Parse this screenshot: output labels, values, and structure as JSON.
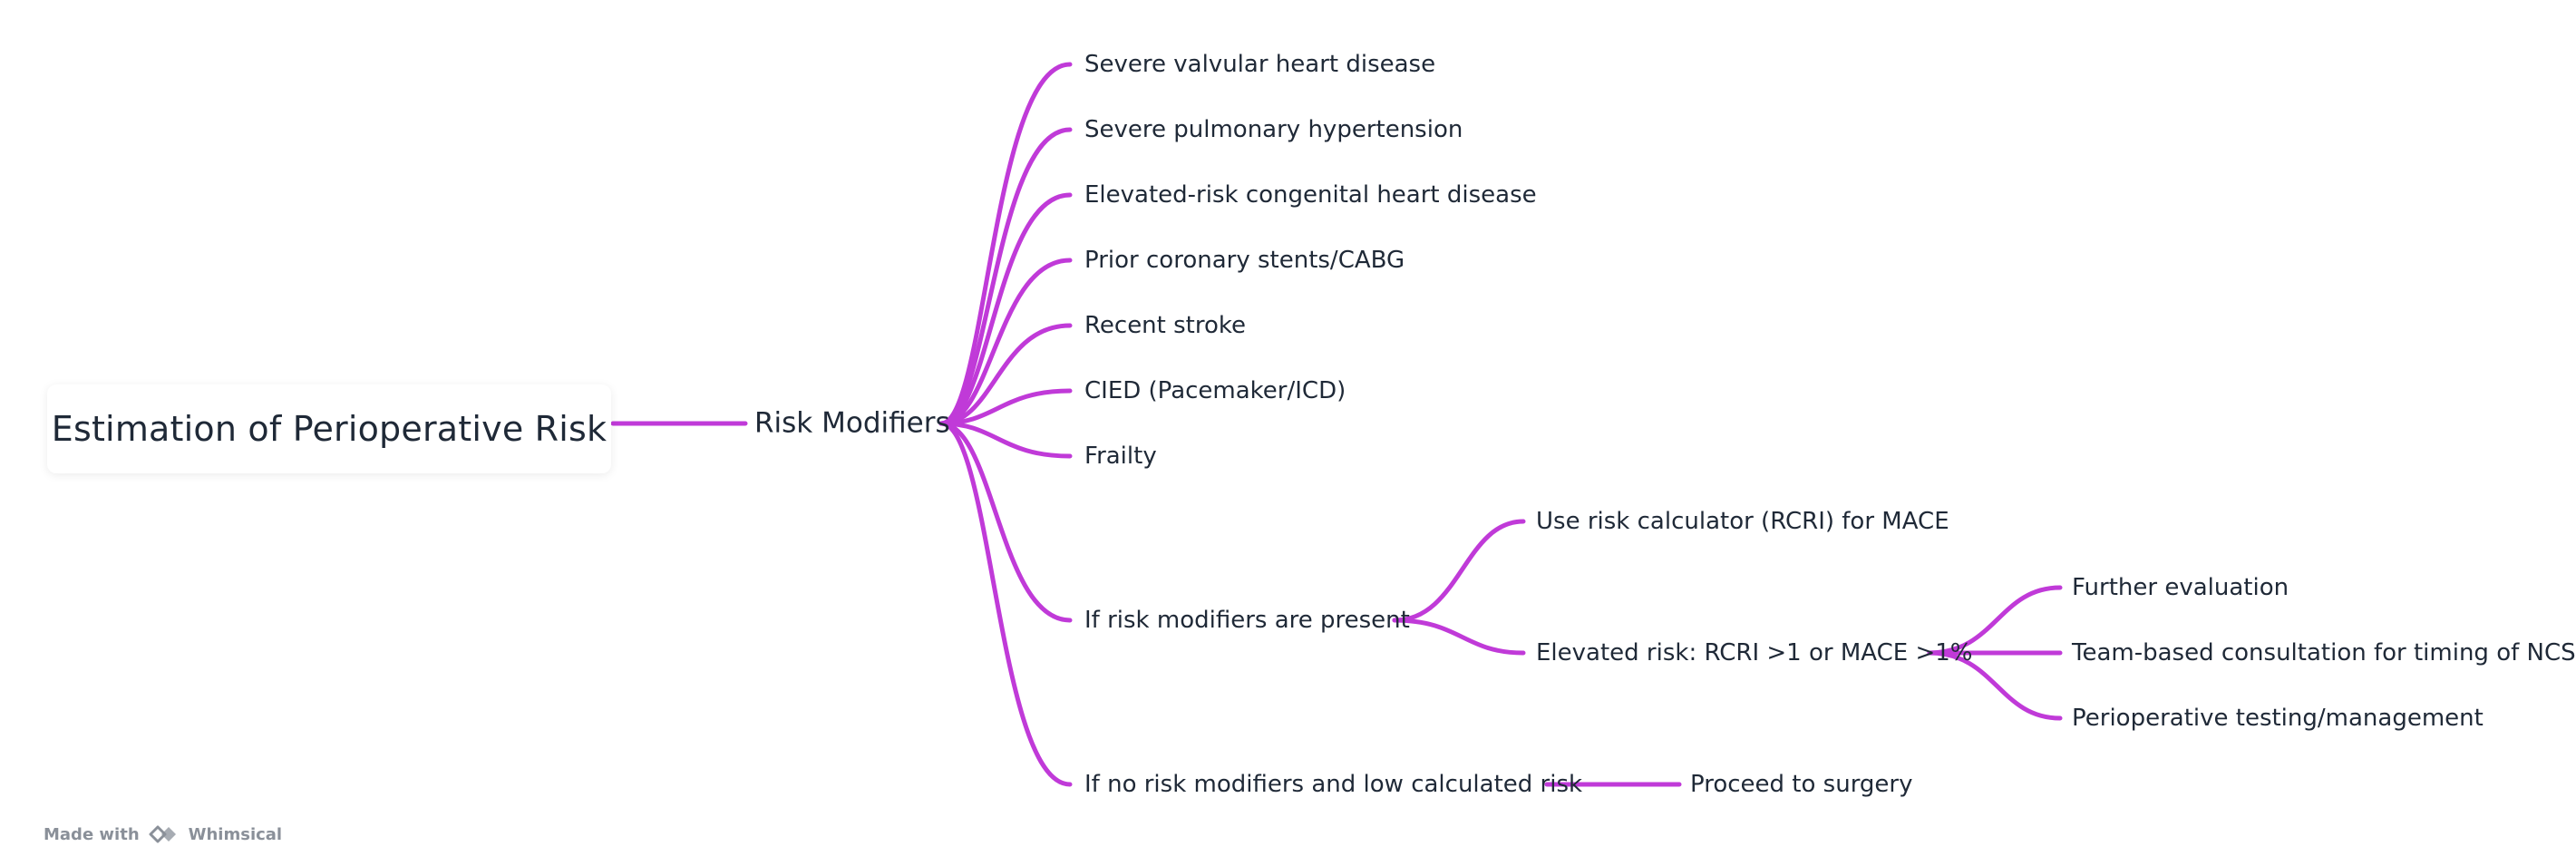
{
  "root": {
    "label": "Estimation of Perioperative Risk"
  },
  "risk_modifiers": {
    "label": "Risk Modifiers"
  },
  "modifiers": [
    "Severe valvular heart disease",
    "Severe pulmonary hypertension",
    "Elevated-risk congenital heart disease",
    "Prior coronary stents/CABG",
    "Recent stroke",
    "CIED (Pacemaker/ICD)",
    "Frailty"
  ],
  "present_branch": {
    "label": "If risk modifiers are present",
    "calculator": "Use risk calculator (RCRI) for MACE",
    "elevated": "Elevated risk: RCRI >1 or MACE >1%",
    "elevated_children": [
      "Further evaluation",
      "Team-based consultation for timing of NCS",
      "Perioperative testing/management"
    ]
  },
  "absent_branch": {
    "label": "If no risk modifiers and low calculated risk",
    "proceed": "Proceed to surgery"
  },
  "footer": {
    "made_with": "Made with",
    "brand": "Whimsical"
  },
  "colors": {
    "connector": "#c03ad8",
    "text": "#1f2937",
    "footer": "#8a9099"
  },
  "icons": {
    "brand_logo": "whimsical-logo-icon"
  }
}
